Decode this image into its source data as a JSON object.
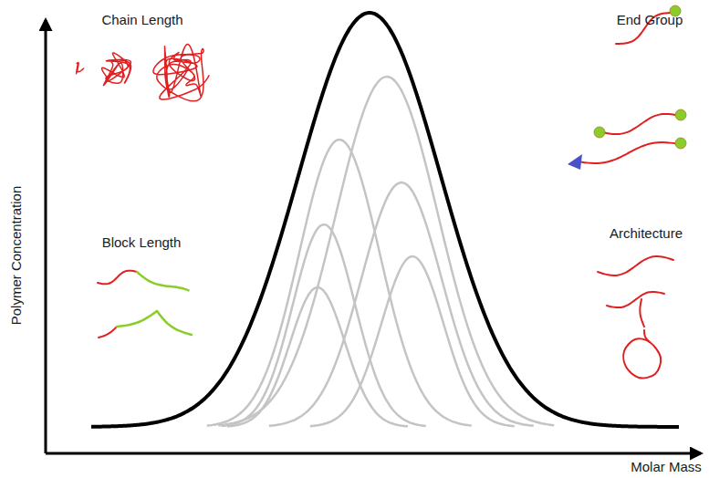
{
  "diagram": {
    "labels": [
      "Chain Length",
      "Block Length",
      "End Group",
      "Architecture",
      "Polymer Concentration",
      "Molar Mass"
    ]
  }
}
